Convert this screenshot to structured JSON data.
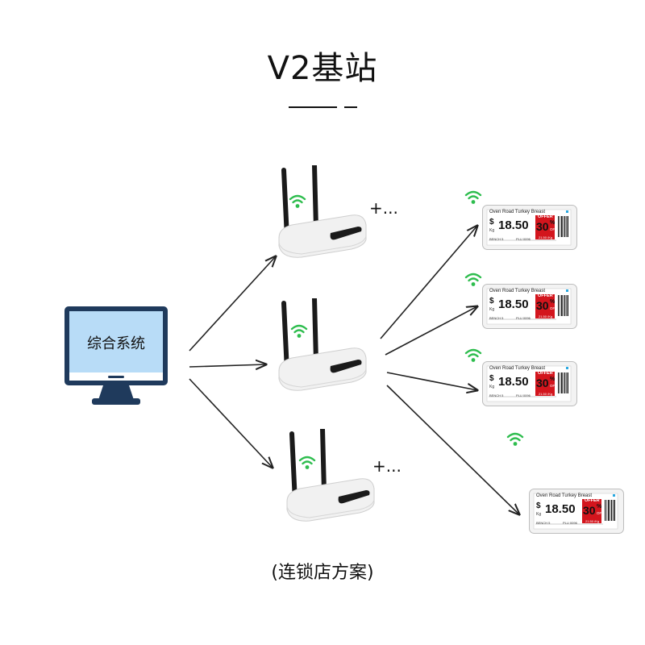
{
  "header": {
    "title": "V2基站"
  },
  "caption": "(连锁店方案)",
  "system": {
    "label": "综合系统"
  },
  "routers": [
    {
      "plus": "+..."
    },
    {
      "plus": ""
    },
    {
      "plus": "+..."
    }
  ],
  "tag": {
    "product": "Oven Road Turkey Breast",
    "currency": "$",
    "unit": "Kg",
    "price": "18.50",
    "offer_label": "OFFER",
    "discount": "30",
    "percent": "%",
    "off": "OFF",
    "footer_left": "BENCH 5",
    "footer_mid": "PLU 0096",
    "footer_right": "21.50 /Kg"
  },
  "colors": {
    "wifi": "#2ebd4e",
    "monitor_frame": "#1f3a5c",
    "monitor_screen": "#b8dcf7",
    "tag_red": "#d3151d",
    "arrow": "#222222"
  }
}
